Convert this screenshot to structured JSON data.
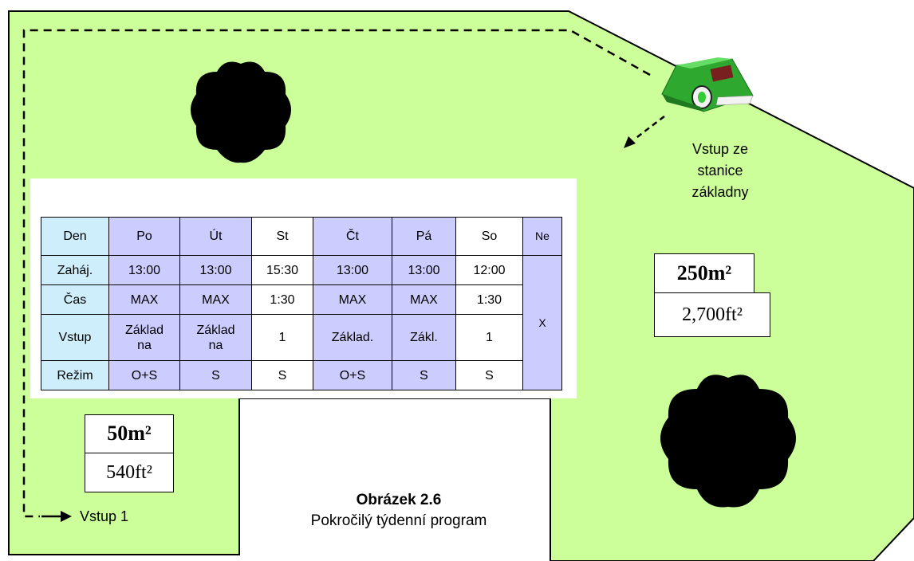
{
  "table": {
    "days": [
      "Den",
      "Po",
      "Út",
      "St",
      "Čt",
      "Pá",
      "So",
      "Ne"
    ],
    "rows": [
      {
        "label": "Zaháj.",
        "values": [
          "13:00",
          "13:00",
          "15:30",
          "13:00",
          "13:00",
          "12:00"
        ]
      },
      {
        "label": "Čas",
        "values": [
          "MAX",
          "MAX",
          "1:30",
          "MAX",
          "MAX",
          "1:30"
        ]
      },
      {
        "label": "Vstup",
        "values": [
          "Základ\nna",
          "Základ\nna",
          "1",
          "Základ.",
          "Zákl.",
          "1"
        ]
      },
      {
        "label": "Režim",
        "values": [
          "O+S",
          "S",
          "S",
          "O+S",
          "S",
          "S"
        ]
      }
    ],
    "sunday_value": "X"
  },
  "area_small": {
    "metric": "50m²",
    "imperial": "540ft²"
  },
  "area_large": {
    "metric": "250m²",
    "imperial": "2,700ft²"
  },
  "labels": {
    "entry_1": "Vstup 1",
    "base_entry": "Vstup ze\nstanice\nzákladny"
  },
  "caption": {
    "title": "Obrázek 2.6",
    "subtitle": "Pokročilý týdenní program"
  },
  "colors": {
    "lawn": "#ccff99",
    "header_cell": "#cdeefa",
    "lavender_cell": "#ccccff",
    "obstacle": "#000000",
    "mower": "#33cc33"
  }
}
